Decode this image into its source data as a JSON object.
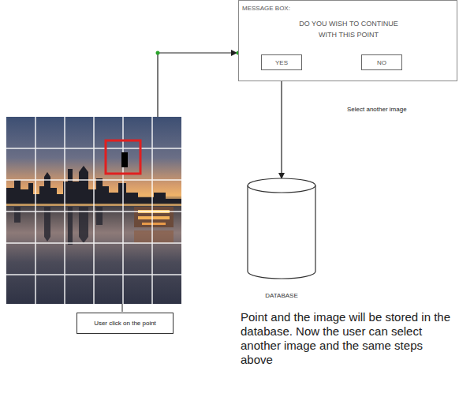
{
  "diagram": {
    "nodes": [
      {
        "text": [
          "MESSAGE BOX:",
          "DO YOU WISH TO CONTINUE WITH THIS POINT"
        ]
      },
      {
        "text": [
          "YES"
        ],
        "in": 0
      },
      {
        "text": [
          "NO"
        ],
        "in": 0
      },
      {
        "text": [
          "DATABASE"
        ]
      },
      {
        "text": [
          "User click on the point"
        ]
      }
    ],
    "edges": [
      {
        "from": 1,
        "to": 3,
        "arrow": "to"
      }
    ],
    "labels": [
      "Select another image",
      "Point and the image will be stored in the database. Now the user can select another image and the same steps above"
    ]
  }
}
